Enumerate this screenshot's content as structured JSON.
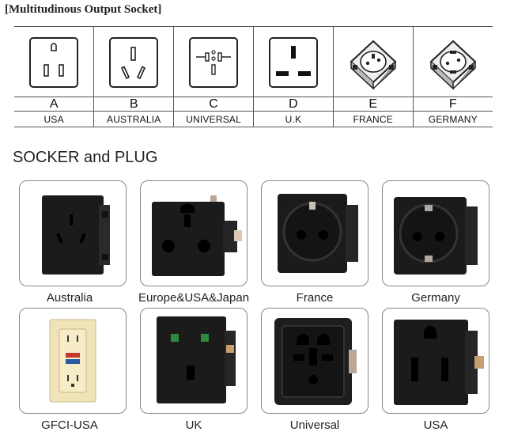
{
  "heading": "[Multitudinous Output Socket]",
  "table": {
    "columns": [
      {
        "letter": "A",
        "country": "USA",
        "icon": "usa-socket-icon"
      },
      {
        "letter": "B",
        "country": "AUSTRALIA",
        "icon": "australia-socket-icon"
      },
      {
        "letter": "C",
        "country": "UNIVERSAL",
        "icon": "universal-socket-icon"
      },
      {
        "letter": "D",
        "country": "U.K",
        "icon": "uk-socket-icon"
      },
      {
        "letter": "E",
        "country": "FRANCE",
        "icon": "france-socket-icon"
      },
      {
        "letter": "F",
        "country": "GERMANY",
        "icon": "germany-socket-icon"
      }
    ]
  },
  "section_title": "SOCKER and PLUG",
  "photos": [
    {
      "caption": "Australia"
    },
    {
      "caption": "Europe&USA&Japan"
    },
    {
      "caption": "France"
    },
    {
      "caption": "Germany"
    },
    {
      "caption": "GFCI-USA"
    },
    {
      "caption": "UK"
    },
    {
      "caption": "Universal"
    },
    {
      "caption": "USA"
    }
  ]
}
